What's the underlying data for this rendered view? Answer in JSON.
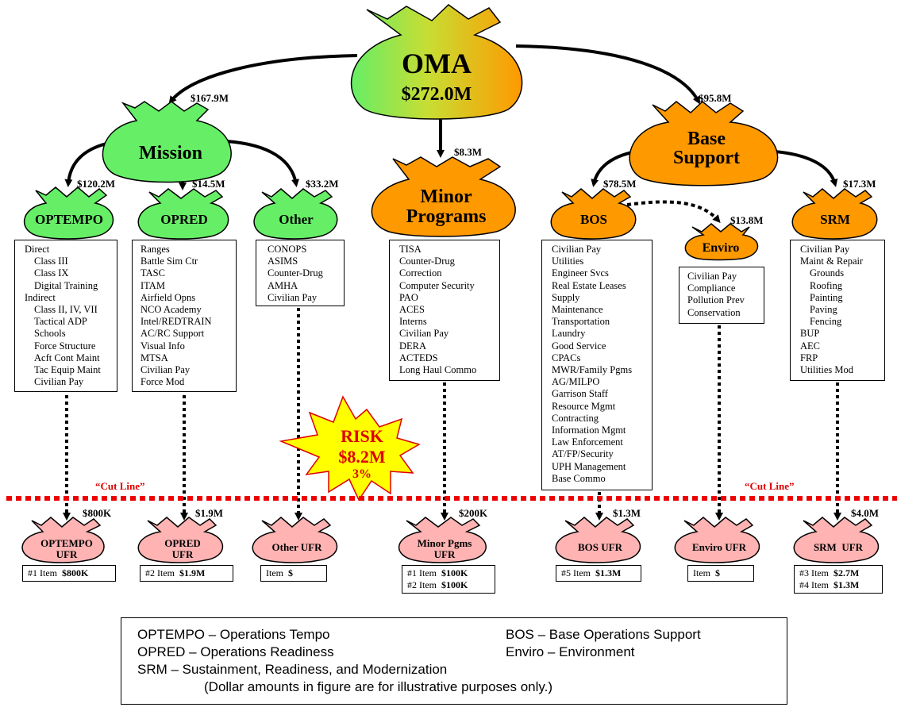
{
  "top": {
    "name": "OMA",
    "amount": "$272.0M"
  },
  "level1": {
    "mission": {
      "name": "Mission",
      "amount": "$167.9M"
    },
    "minor": {
      "name_line1": "Minor",
      "name_line2": "Programs",
      "amount": "$8.3M"
    },
    "base": {
      "name_line1": "Base",
      "name_line2": "Support",
      "amount": "$95.8M"
    }
  },
  "level2": {
    "optempo": {
      "name": "OPTEMPO",
      "amount": "$120.2M"
    },
    "opred": {
      "name": "OPRED",
      "amount": "$14.5M"
    },
    "other": {
      "name": "Other",
      "amount": "$33.2M"
    },
    "bos": {
      "name": "BOS",
      "amount": "$78.5M"
    },
    "enviro": {
      "name": "Enviro",
      "amount": "$13.8M"
    },
    "srm": {
      "name": "SRM",
      "amount": "$17.3M"
    }
  },
  "lists": {
    "optempo": [
      {
        "t": "Direct",
        "i": false
      },
      {
        "t": "Class III",
        "i": true
      },
      {
        "t": "Class IX",
        "i": true
      },
      {
        "t": "Digital Training",
        "i": true
      },
      {
        "t": "Indirect",
        "i": false
      },
      {
        "t": "Class II, IV, VII",
        "i": true
      },
      {
        "t": "Tactical ADP",
        "i": true
      },
      {
        "t": "Schools",
        "i": true
      },
      {
        "t": "Force Structure",
        "i": true
      },
      {
        "t": "Acft Cont Maint",
        "i": true
      },
      {
        "t": "Tac Equip Maint",
        "i": true
      },
      {
        "t": "Civilian Pay",
        "i": true
      }
    ],
    "opred": [
      "Ranges",
      "Battle Sim Ctr",
      "TASC",
      "ITAM",
      "Airfield Opns",
      "NCO Academy",
      "Intel/REDTRAIN",
      "AC/RC Support",
      "Visual Info",
      "MTSA",
      "Civilian Pay",
      "Force Mod"
    ],
    "other": [
      "CONOPS",
      "ASIMS",
      "Counter-Drug",
      "AMHA",
      "Civilian Pay"
    ],
    "minor": [
      "TISA",
      "Counter-Drug",
      "Correction",
      "Computer Security",
      "PAO",
      "ACES",
      "Interns",
      "Civilian Pay",
      "DERA",
      "ACTEDS",
      "Long Haul Commo"
    ],
    "bos": [
      "Civilian Pay",
      "Utilities",
      "Engineer Svcs",
      "Real Estate Leases",
      "Supply",
      "Maintenance",
      "Transportation",
      "Laundry",
      "Good Service",
      "CPACs",
      "MWR/Family Pgms",
      "AG/MILPO",
      "Garrison Staff",
      "Resource Mgmt",
      "Contracting",
      "Information Mgmt",
      "Law Enforcement",
      "AT/FP/Security",
      "UPH Management",
      "Base Commo"
    ],
    "enviro": [
      "Civilian Pay",
      "Compliance",
      "Pollution Prev",
      "Conservation"
    ],
    "srm": [
      {
        "t": "Civilian Pay",
        "i": false
      },
      {
        "t": "Maint & Repair",
        "i": false
      },
      {
        "t": "Grounds",
        "i": true
      },
      {
        "t": "Roofing",
        "i": true
      },
      {
        "t": "Painting",
        "i": true
      },
      {
        "t": "Paving",
        "i": true
      },
      {
        "t": "Fencing",
        "i": true
      },
      {
        "t": "BUP",
        "i": false
      },
      {
        "t": "AEC",
        "i": false
      },
      {
        "t": "FRP",
        "i": false
      },
      {
        "t": "Utilities Mod",
        "i": false
      }
    ]
  },
  "risk": {
    "label": "RISK",
    "amount": "$8.2M",
    "percent": "3%"
  },
  "cut_line": {
    "label": "“Cut Line”"
  },
  "ufr": {
    "optempo": {
      "l1": "OPTEMPO",
      "l2": "UFR",
      "amount": "$800K",
      "items": [
        {
          "label": "#1 Item",
          "value": "$800K"
        }
      ]
    },
    "opred": {
      "l1": "OPRED",
      "l2": "UFR",
      "amount": "$1.9M",
      "items": [
        {
          "label": "#2 Item",
          "value": "$1.9M"
        }
      ]
    },
    "other": {
      "l1": "Other UFR",
      "items": [
        {
          "label": "Item",
          "value": "$"
        }
      ]
    },
    "minor": {
      "l1": "Minor Pgms",
      "l2": "UFR",
      "amount": "$200K",
      "items": [
        {
          "label": "#1 Item",
          "value": "$100K"
        },
        {
          "label": "#2 Item",
          "value": "$100K"
        }
      ]
    },
    "bos": {
      "l1": "BOS UFR",
      "amount": "$1.3M",
      "items": [
        {
          "label": "#5 Item",
          "value": "$1.3M"
        }
      ]
    },
    "enviro": {
      "l1": "Enviro UFR",
      "items": [
        {
          "label": "Item",
          "value": "$"
        }
      ]
    },
    "srm": {
      "l1": "SRM  UFR",
      "amount": "$4.0M",
      "items": [
        {
          "label": "#3 Item",
          "value": "$2.7M"
        },
        {
          "label": "#4 Item",
          "value": "$1.3M"
        }
      ]
    }
  },
  "legend": {
    "optempo": "OPTEMPO – Operations Tempo",
    "bos": "BOS – Base Operations Support",
    "opred": "OPRED – Operations Readiness",
    "enviro": "Enviro – Environment",
    "srm": "SRM – Sustainment, Readiness, and Modernization",
    "note": "(Dollar amounts in figure are for illustrative purposes only.)"
  },
  "colors": {
    "green": "#66ee66",
    "orange": "#ff9900",
    "pink": "#ffb3b3",
    "cut": "#ee0000",
    "risk_fill": "#ffff00",
    "risk_text": "#dd0000"
  }
}
